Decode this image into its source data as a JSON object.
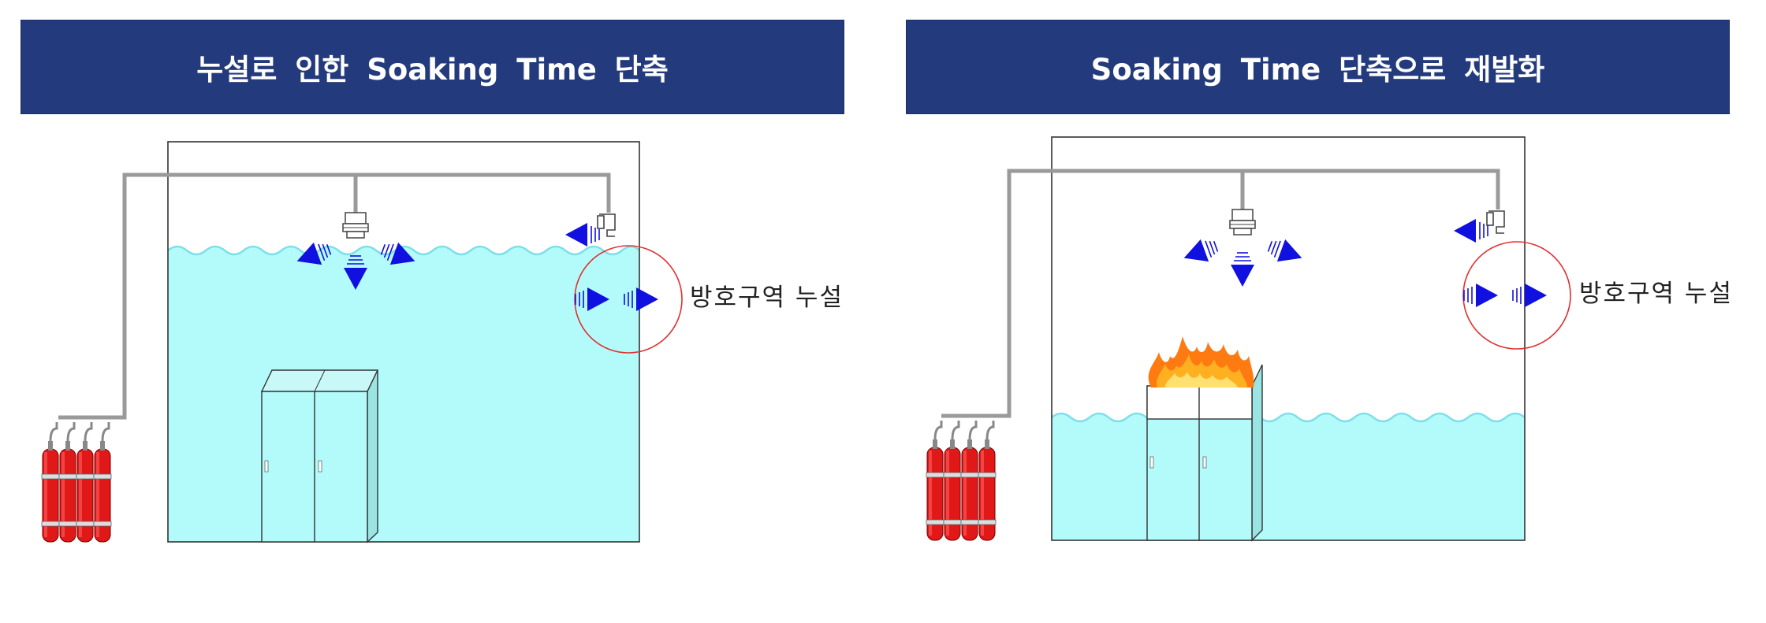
{
  "panels": {
    "left": {
      "title": "누설로 인한 Soaking Time 단축",
      "leak_label": "방호구역 누설"
    },
    "right": {
      "title": "Soaking Time 단축으로 재발화",
      "leak_label": "방호구역 누설"
    }
  },
  "colors": {
    "banner": "#233a7c",
    "gas_fill": "#b3fbfb",
    "wave": "#7fdfe8",
    "pipe": "#9a9a9a",
    "nozzle_arrow": "#1010e0",
    "leak_circle": "#e03030",
    "cylinder": "#e01818",
    "flame": "#ff7a10"
  },
  "icons": [
    "gas-cylinder-icon",
    "nozzle-icon",
    "flame-icon",
    "cabinet-icon",
    "arrow-icon"
  ]
}
